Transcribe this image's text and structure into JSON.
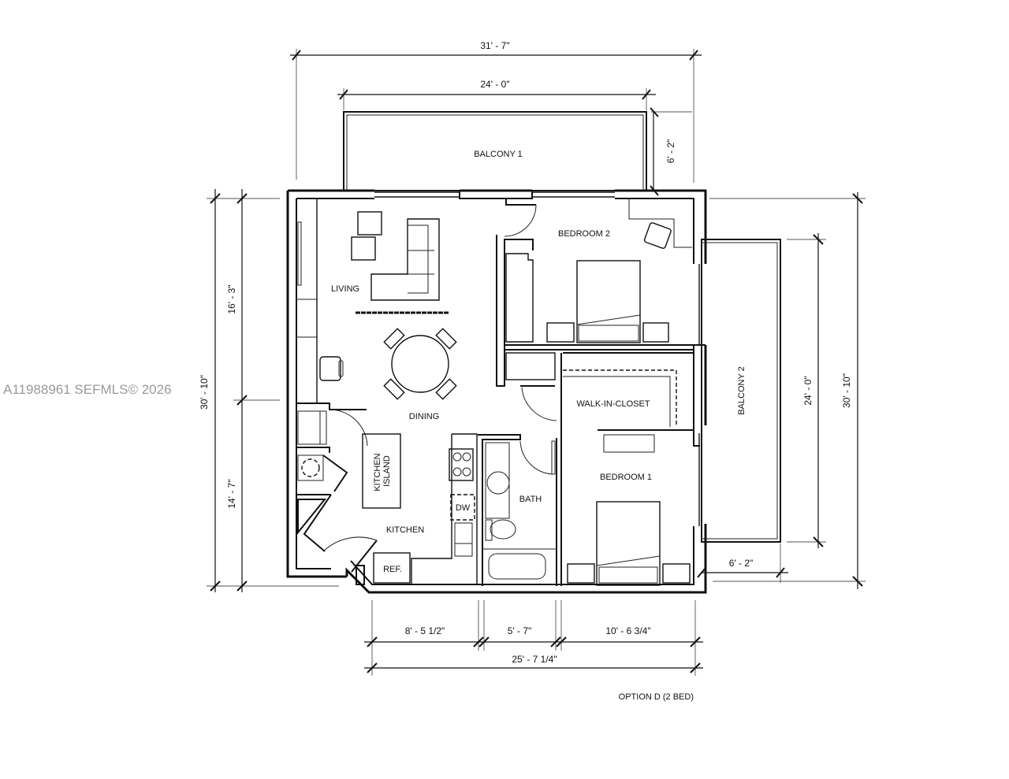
{
  "watermark": "A11988961  SEFMLS© 2026",
  "plan_title": "OPTION D (2 BED)",
  "rooms": {
    "balcony1": "BALCONY 1",
    "balcony2": "BALCONY 2",
    "living": "LIVING",
    "dining": "DINING",
    "bedroom2": "BEDROOM 2",
    "bedroom1": "BEDROOM 1",
    "walk_in_closet": "WALK-IN-CLOSET",
    "kitchen": "KITCHEN",
    "kitchen_island_line1": "KITCHEN",
    "kitchen_island_line2": "ISLAND",
    "bath": "BATH",
    "dishwasher": "DW",
    "refrigerator": "REF."
  },
  "dimensions": {
    "overall_width": "31' - 7\"",
    "balcony1_width": "24' - 0\"",
    "balcony1_depth": "6' - 2\"",
    "overall_depth_left": "30' - 10\"",
    "upper_depth_left": "16' - 3\"",
    "lower_depth_left": "14' - 7\"",
    "balcony2_length": "24' - 0\"",
    "overall_depth_right": "30' - 10\"",
    "balcony2_depth": "6' - 2\"",
    "bottom_seg1": "8' - 5 1/2\"",
    "bottom_seg2": "5' - 7\"",
    "bottom_seg3": "10' - 6 3/4\"",
    "bottom_total": "25' - 7 1/4\""
  }
}
